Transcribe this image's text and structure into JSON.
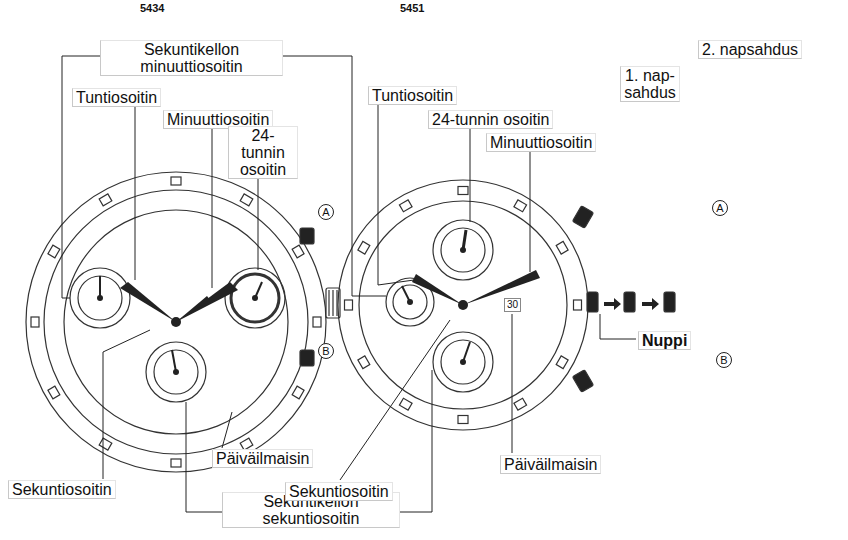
{
  "diagram": {
    "labels": [
      "5434",
      "5451",
      "Sekuntikellon minuuttiosoitin",
      "Tuntiosoitin",
      "Minuuttiosoitin",
      "24-tunnin osoitin",
      "Päiväilmaisin",
      "Sekuntiosoitin",
      "Sekuntikellon sekuntiosoitin",
      "Tuntiosoitin",
      "24-tunnin osoitin",
      "Minuuttiosoitin",
      "Päiväilmaisin",
      "Sekuntiosoitin",
      "Nuppi",
      "1. nap- sahdus",
      "2. napsahdus",
      "30",
      "A",
      "B",
      "A",
      "B"
    ]
  }
}
